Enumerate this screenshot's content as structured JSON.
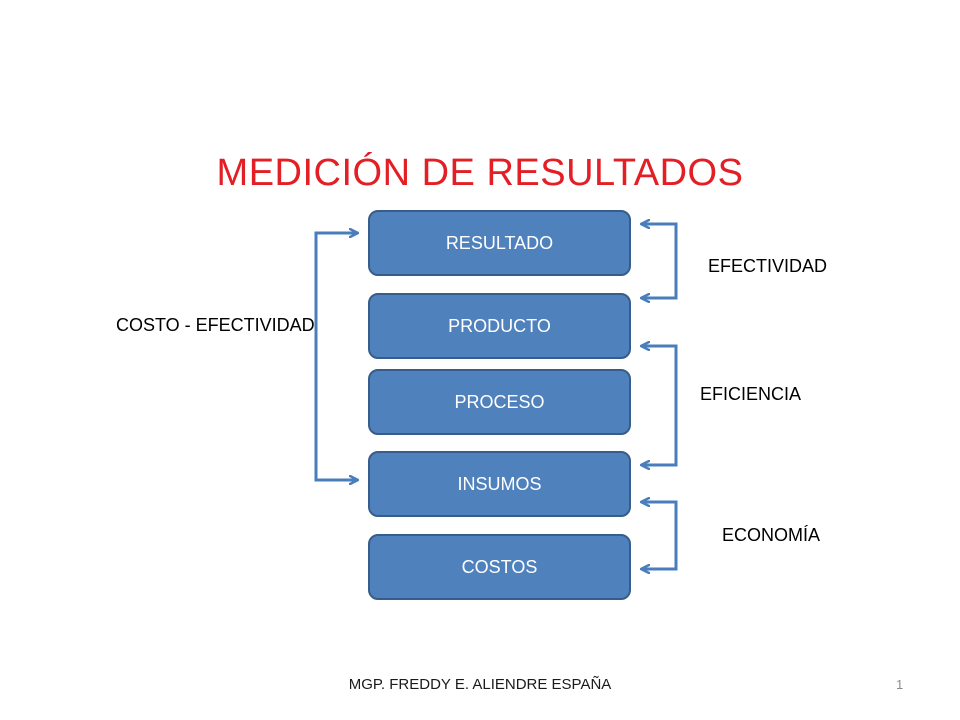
{
  "title": "MEDICIÓN DE RESULTADOS",
  "boxes": {
    "resultado": "RESULTADO",
    "producto": "PRODUCTO",
    "proceso": "PROCESO",
    "insumos": "INSUMOS",
    "costos": "COSTOS"
  },
  "labels": {
    "efectividad": "EFECTIVIDAD",
    "eficiencia": "EFICIENCIA",
    "economia": "ECONOMÍA",
    "costo_efectividad": "COSTO - EFECTIVIDAD"
  },
  "colors": {
    "title": "#e31e24",
    "box_fill": "#4f81bd",
    "box_border": "#385d8a",
    "connector": "#4a7ebb"
  },
  "footer": {
    "author": "MGP. FREDDY E. ALIENDRE ESPAÑA",
    "page_number": "1"
  }
}
